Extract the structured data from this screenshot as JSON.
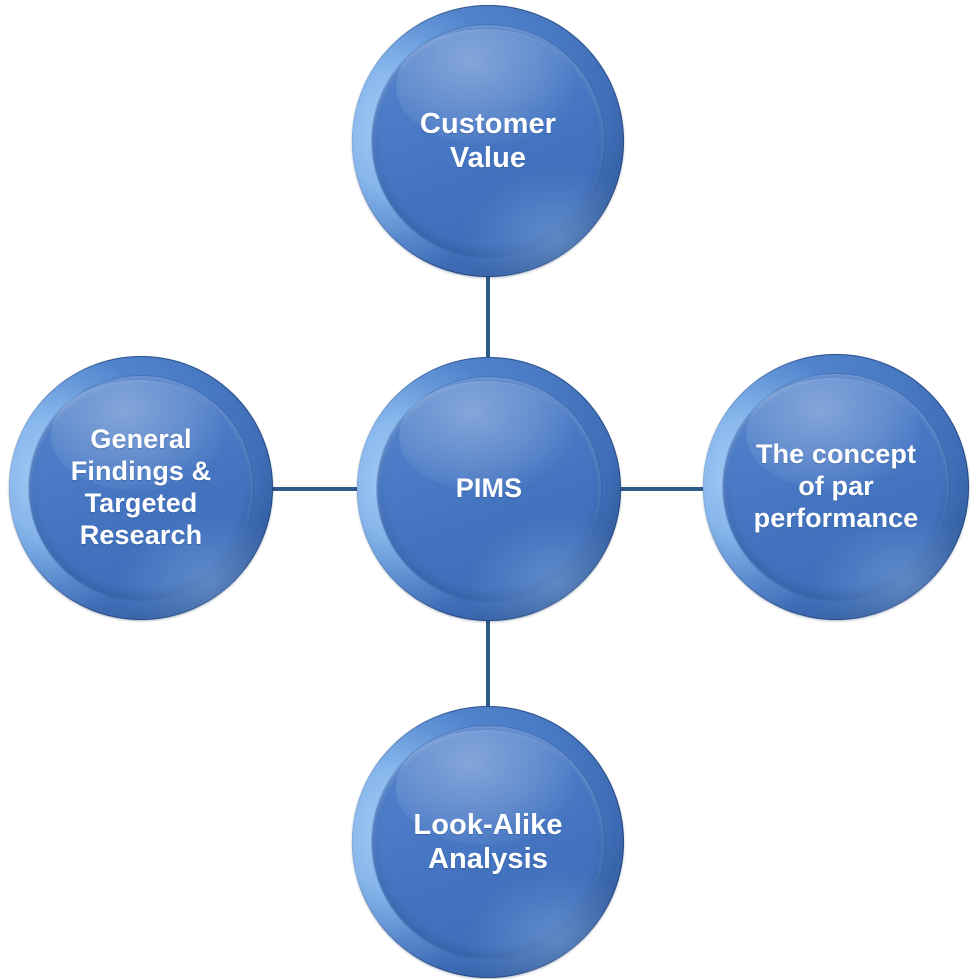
{
  "diagram": {
    "title": "PIMS",
    "layout": "radial-cross",
    "background_color": "#ffffff",
    "node_fill_color": "#4575c4",
    "node_rim_color": "#27497f",
    "node_bevel_highlight_color": "#a8d0f8",
    "connector_color": "#2e5c8a",
    "text_color": "#ffffff",
    "nodes": {
      "center": {
        "label": "PIMS",
        "position": "center"
      },
      "top": {
        "label": "Customer\nValue",
        "position": "top"
      },
      "left": {
        "label": "General\nFindings &\nTargeted\nResearch",
        "position": "left"
      },
      "right": {
        "label": "The concept\nof par\nperformance",
        "position": "right"
      },
      "bottom": {
        "label": "Look-Alike\nAnalysis",
        "position": "bottom"
      }
    },
    "connectors": [
      {
        "from": "center",
        "to": "top"
      },
      {
        "from": "center",
        "to": "right"
      },
      {
        "from": "center",
        "to": "bottom"
      },
      {
        "from": "center",
        "to": "left"
      }
    ]
  }
}
